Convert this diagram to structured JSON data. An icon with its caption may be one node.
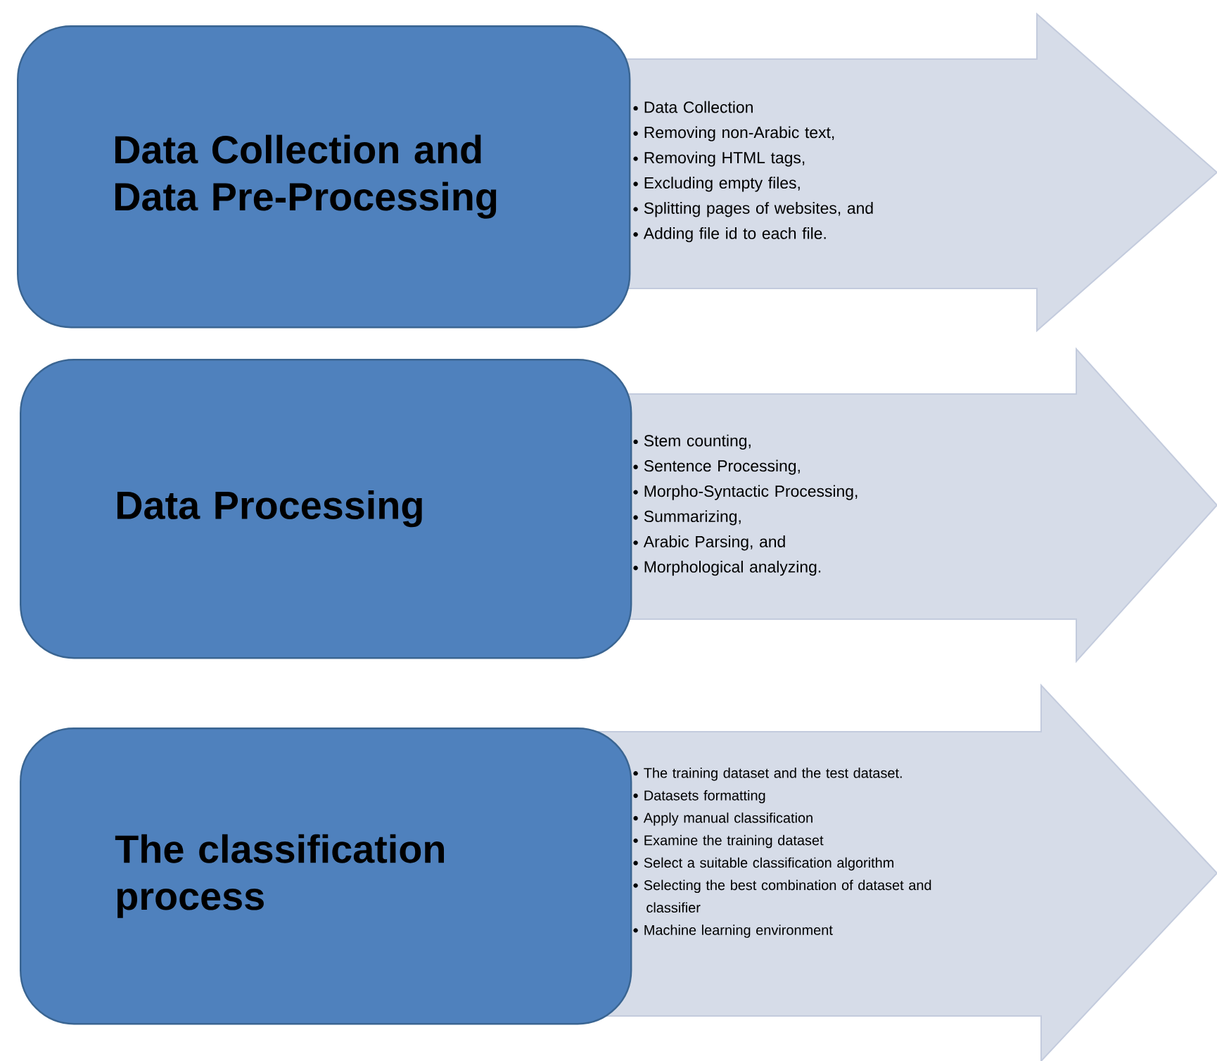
{
  "diagram": {
    "nodes": [
      {
        "text": [
          "Data Collection and Data Pre-Processing"
        ]
      },
      {
        "text": [
          "Data Collection",
          "Removing non-Arabic text,",
          "Removing HTML tags,",
          "Excluding empty files,",
          "Splitting pages of websites, and",
          "Adding file id to each file."
        ]
      },
      {
        "text": [
          "Data Processing"
        ]
      },
      {
        "text": [
          "Stem counting,",
          "Sentence Processing,",
          "Morpho-Syntactic Processing,",
          "Summarizing,",
          "Arabic Parsing, and",
          "Morphological analyzing."
        ]
      },
      {
        "text": [
          "The classification process"
        ]
      },
      {
        "text": [
          "The training dataset and the test dataset.",
          "Datasets formatting",
          "Apply manual classification",
          "Examine the training dataset",
          "Select a suitable classification algorithm",
          "Selecting the best combination of dataset and classifier",
          "Machine learning environment"
        ]
      }
    ]
  }
}
